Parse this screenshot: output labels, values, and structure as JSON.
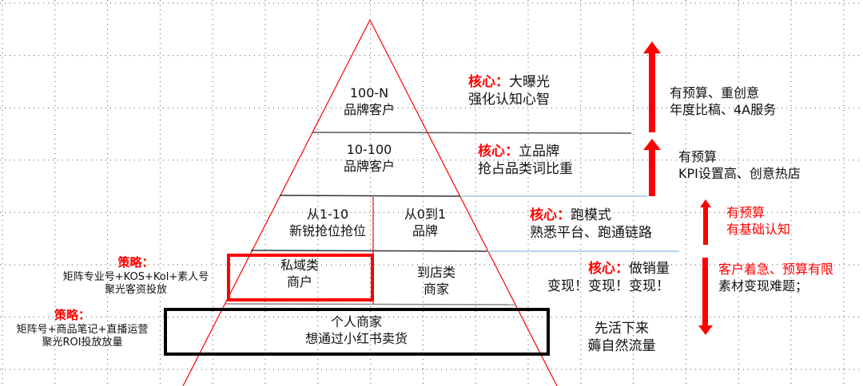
{
  "colors": {
    "accent": "#ff0000",
    "divider_blue": "#9cc3e6",
    "frame": "#000000"
  },
  "pyramid": {
    "tier1": {
      "line1": "100-N",
      "line2": "品牌客户"
    },
    "tier2": {
      "line1": "10-100",
      "line2": "品牌客户"
    },
    "tier3_left": {
      "line1": "从1-10",
      "line2": "新锐抢位抢位"
    },
    "tier3_right": {
      "line1": "从0到1",
      "line2": "品牌"
    },
    "tier4_left": {
      "line1": "私域类",
      "line2": "商户"
    },
    "tier4_right": {
      "line1": "到店类",
      "line2": "商家"
    },
    "tier5": {
      "line1": "个人商家",
      "line2": "想通过小红书卖货"
    }
  },
  "core": {
    "label": "核心：",
    "tier1": {
      "head": "大曝光",
      "line2": "强化认知心智"
    },
    "tier2": {
      "head": "立品牌",
      "line2": "抢占品类词比重"
    },
    "tier3": {
      "head": "跑模式",
      "line2": "熟悉平台、跑通链路"
    },
    "tier4": {
      "head": "做销量",
      "line2": "变现！变现！变现！"
    },
    "tier5": {
      "line1": "先活下来",
      "line2": "薅自然流量"
    }
  },
  "conditions": {
    "tier1": {
      "line1": "有预算、重创意",
      "line2": "年度比稿、4A服务"
    },
    "tier2": {
      "line1": "有预算",
      "line2": "KPI设置高、创意热店"
    },
    "tier3": {
      "line1": "有预算",
      "line2": "有基础认知"
    },
    "tier4": {
      "line1": "客户着急、预算有限",
      "line2": "素材变现难题；"
    }
  },
  "strategy": {
    "label": "策略：",
    "tier4": {
      "line1": "矩阵专业号+KOS+Kol+素人号",
      "line2": "聚光客资投放"
    },
    "tier5": {
      "line1": "矩阵号+商品笔记+直播运营",
      "line2": "聚光ROI投放放量"
    }
  }
}
